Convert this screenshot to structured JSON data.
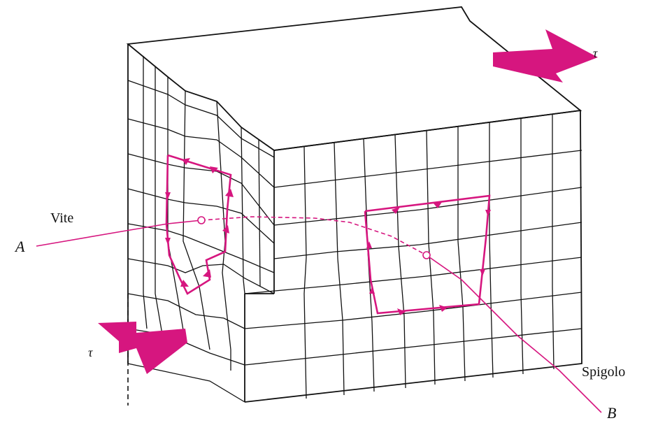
{
  "labels": {
    "vite": "Vite",
    "point_a": "A",
    "point_b": "B",
    "spigolo": "Spigolo",
    "tau_top": "τ",
    "tau_bottom": "τ"
  },
  "colors": {
    "burgers_circuit": "#d6167f",
    "lattice": "#111111",
    "background": "#ffffff"
  },
  "icons": {
    "shear_arrow_top": "arrow-right-icon",
    "shear_arrow_bottom": "arrow-left-icon"
  }
}
